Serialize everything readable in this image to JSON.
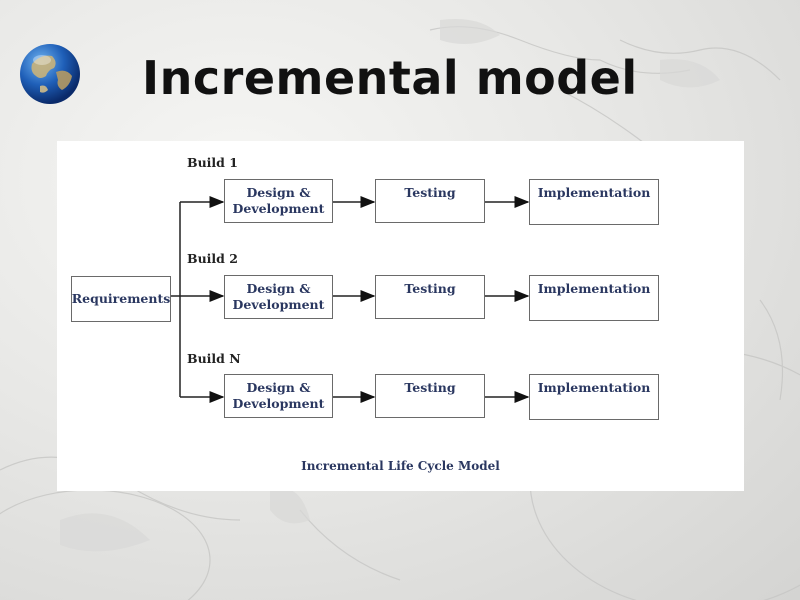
{
  "slide": {
    "title": "Incremental model"
  },
  "diagram": {
    "root": "Requirements",
    "builds": [
      {
        "label": "Build 1",
        "steps": [
          "Design & Development",
          "Testing",
          "Implementation"
        ]
      },
      {
        "label": "Build 2",
        "steps": [
          "Design & Development",
          "Testing",
          "Implementation"
        ]
      },
      {
        "label": "Build N",
        "steps": [
          "Design & Development",
          "Testing",
          "Implementation"
        ]
      }
    ],
    "caption": "Incremental Life Cycle Model"
  }
}
